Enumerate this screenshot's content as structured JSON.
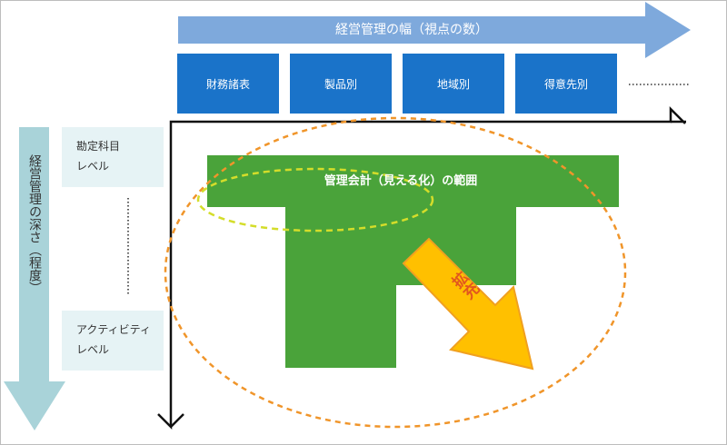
{
  "top_arrow": {
    "label": "経営管理の幅（視点の数）"
  },
  "left_arrow": {
    "label": "経営管理の深さ（程度）"
  },
  "viewpoints": [
    "財務諸表",
    "製品別",
    "地域別",
    "得意先別"
  ],
  "levels": {
    "top": [
      "勘定科目",
      "レベル"
    ],
    "bottom": [
      "アクティビティ",
      "レベル"
    ]
  },
  "scope_label": "管理会計（見える化）の範囲",
  "expand_label": "拡充",
  "colors": {
    "top_arrow": "#7ea9dc",
    "left_arrow": "#a9d3d9",
    "viewpoint_box": "#1a73c9",
    "level_box": "#e6f3f5",
    "scope_shape": "#4aa33a",
    "expand_arrow": "#ffc000",
    "expand_arrow_border": "#f0a020",
    "expand_text": "#e2571e",
    "outer_ellipse": "#f0952a",
    "inner_ellipse": "#d4dd2a"
  }
}
